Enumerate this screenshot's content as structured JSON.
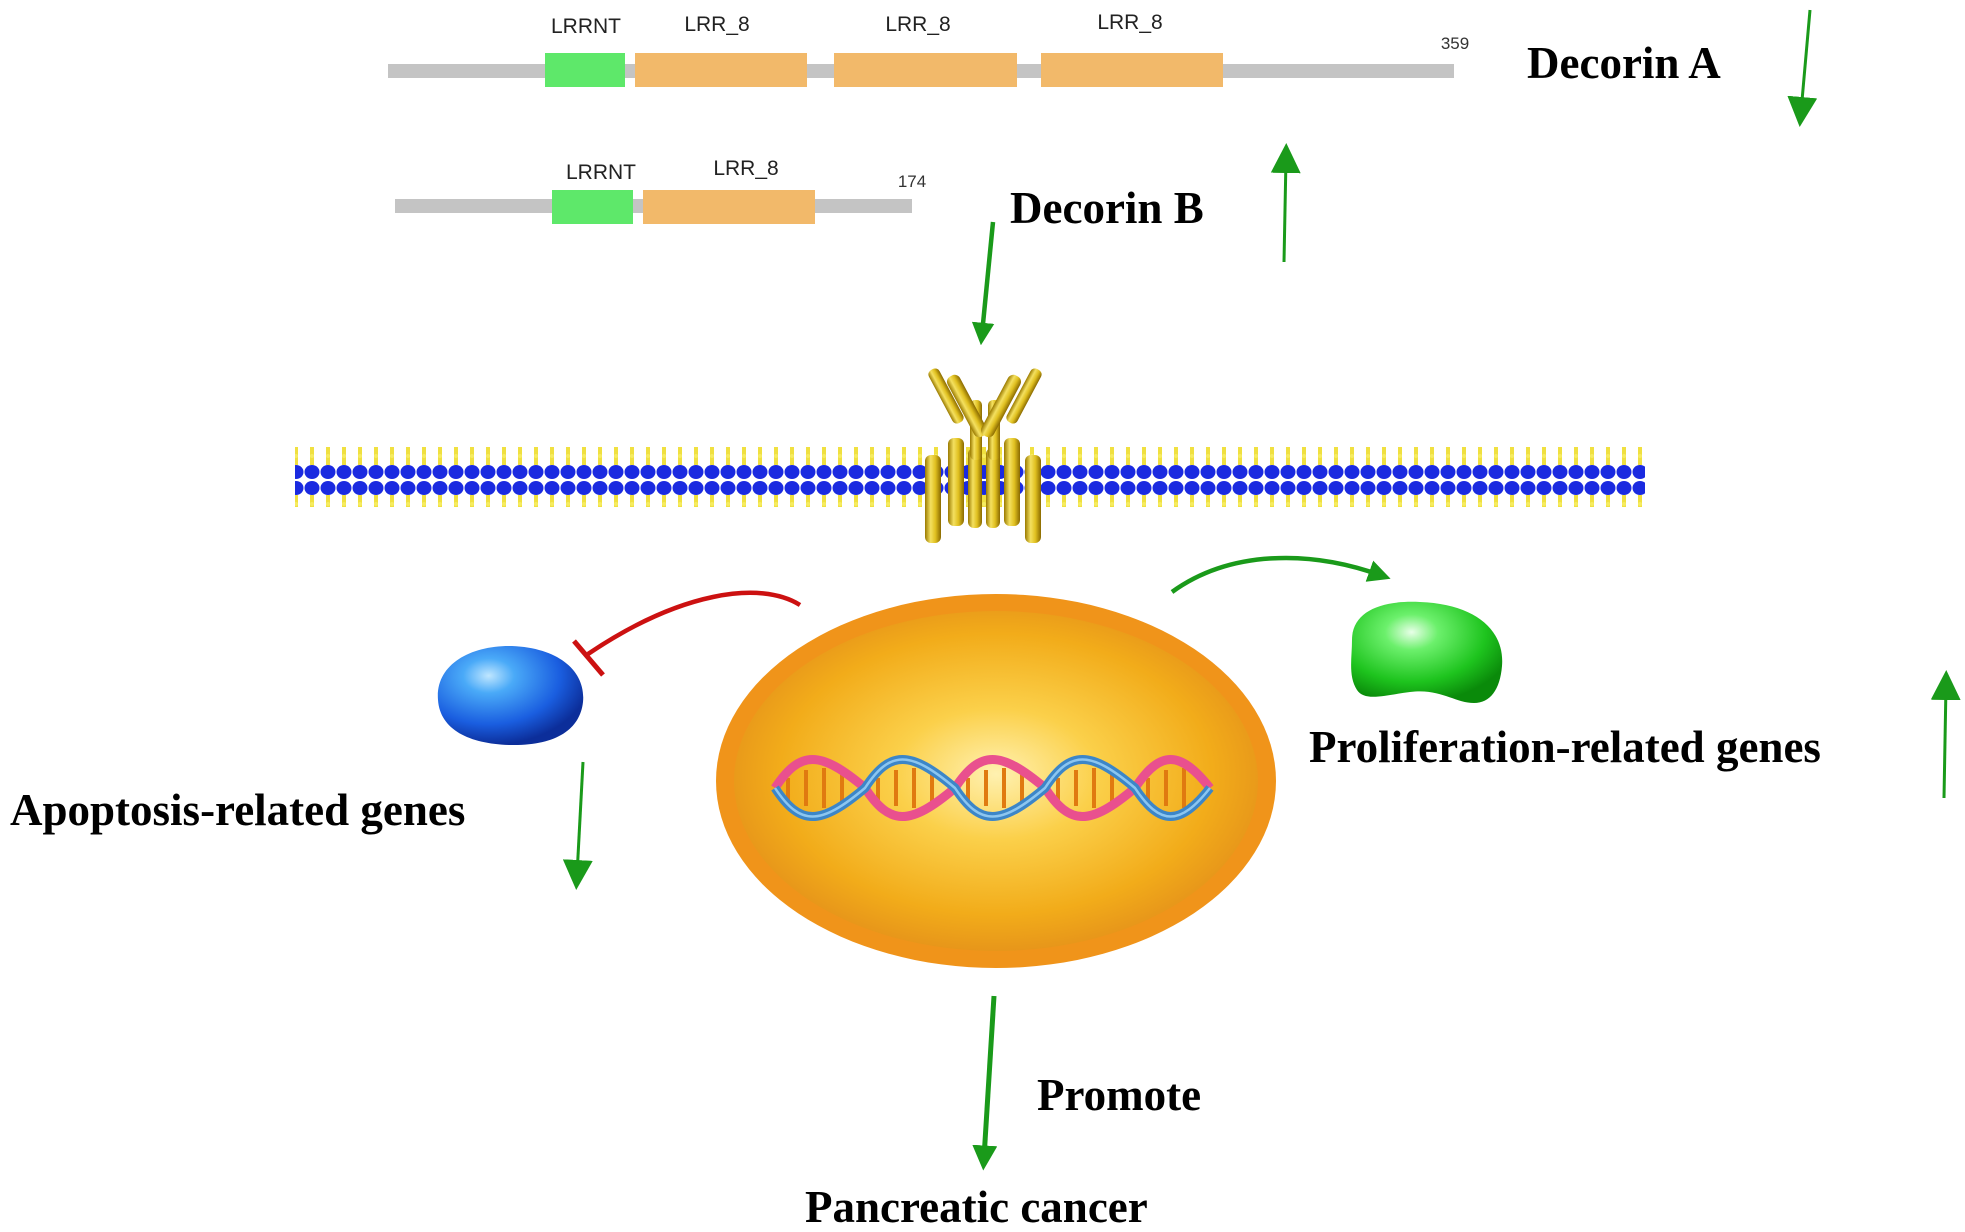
{
  "protein_a": {
    "name": "Decorin A",
    "length_label": "359",
    "domains": [
      "LRRNT",
      "LRR_8",
      "LRR_8",
      "LRR_8"
    ],
    "trend": "down"
  },
  "protein_b": {
    "name": "Decorin B",
    "length_label": "174",
    "domains": [
      "LRRNT",
      "LRR_8"
    ],
    "trend": "up"
  },
  "apoptosis": {
    "label": "Apoptosis-related genes",
    "trend": "down",
    "relation": "inhibits"
  },
  "proliferation": {
    "label": "Proliferation-related genes",
    "trend": "up",
    "relation": "activates"
  },
  "outcome": {
    "verb": "Promote",
    "target": "Pancreatic cancer"
  },
  "colors": {
    "backbone": "#c4c4c4",
    "lrrnt_domain": "#5ee86a",
    "lrr8_domain": "#f2b96a",
    "up_down_arrow": "#1a9a1a",
    "inhibit_arrow": "#cc1111",
    "nucleus_outer": "#f0941a",
    "nucleus_inner": "#f8b820",
    "membrane_head": "#1a2ae0",
    "membrane_tail": "#f0e040",
    "receptor": "#d4b81a",
    "apoptosis_blob": "#1a6ee8",
    "proliferation_blob": "#30d830"
  },
  "icons": [
    "receptor-icon",
    "cell-membrane",
    "nucleus-icon",
    "dna-helix-icon",
    "apoptosis-protein-icon",
    "proliferation-protein-icon"
  ]
}
